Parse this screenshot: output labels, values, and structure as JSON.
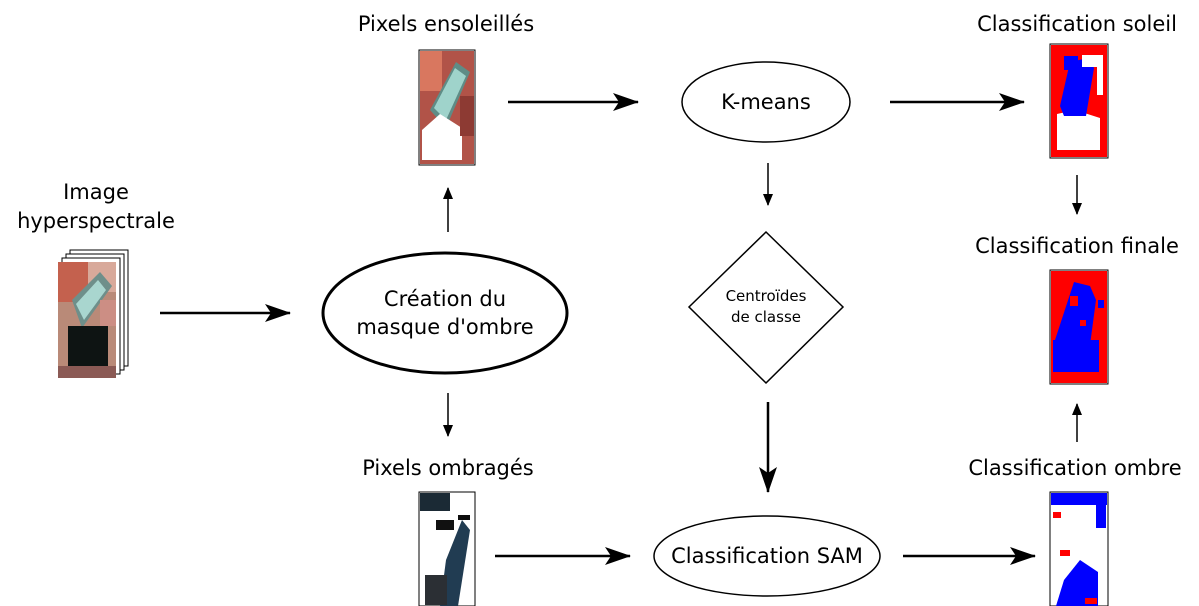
{
  "labels": {
    "input_line1": "Image",
    "input_line2": "hyperspectrale",
    "sunny_pixels": "Pixels ensoleillés",
    "shadow_pixels": "Pixels ombragés",
    "sun_classification": "Classification soleil",
    "final_classification": "Classification finale",
    "shadow_classification": "Classification ombre"
  },
  "nodes": {
    "shadow_mask_line1": "Création du",
    "shadow_mask_line2": "masque d'ombre",
    "kmeans": "K-means",
    "centroids_line1": "Centroïdes",
    "centroids_line2": "de classe",
    "sam": "Classification SAM"
  },
  "colors": {
    "class_red": "#ff0000",
    "class_blue": "#0000ff",
    "stroke": "#000000"
  }
}
